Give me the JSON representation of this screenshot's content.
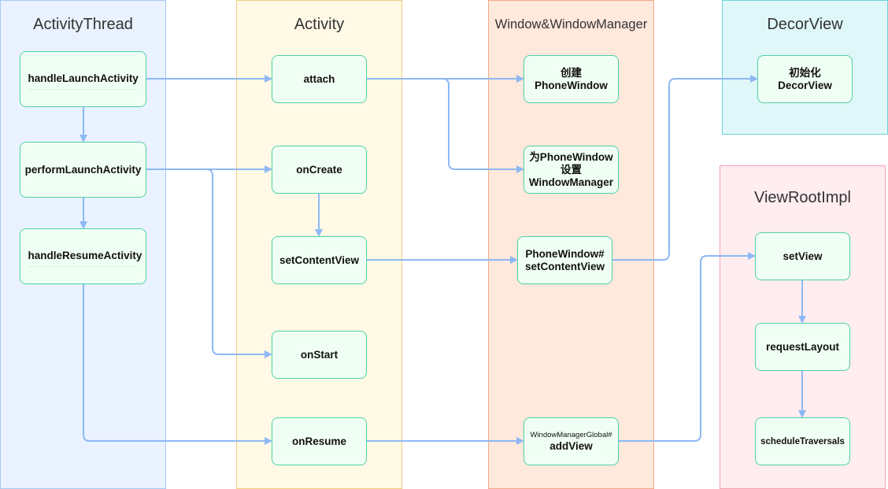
{
  "lanes": {
    "activity_thread": {
      "title": "ActivityThread"
    },
    "activity": {
      "title": "Activity"
    },
    "window": {
      "title": "Window&WindowManager"
    },
    "decor_view": {
      "title": "DecorView"
    },
    "view_root_impl": {
      "title": "ViewRootImpl"
    }
  },
  "nodes": {
    "handle_launch_activity": "handleLaunchActivity",
    "perform_launch_activity": "performLaunchActivity",
    "handle_resume_activity": "handleResumeActivity",
    "attach": "attach",
    "on_create": "onCreate",
    "set_content_view": "setContentView",
    "on_start": "onStart",
    "on_resume": "onResume",
    "create_phone_window": {
      "line1": "创建",
      "line2": "PhoneWindow"
    },
    "set_window_manager": {
      "line1": "为PhoneWindow",
      "line2": "设置",
      "line3": "WindowManager"
    },
    "phone_window_set_content_view": {
      "line1": "PhoneWindow#",
      "line2": "setContentView"
    },
    "wmg_add_view": {
      "line1": "WindowManagerGlobal#",
      "line2": "addView"
    },
    "init_decor_view": {
      "line1": "初始化",
      "line2": "DecorView"
    },
    "set_view": "setView",
    "request_layout": "requestLayout",
    "schedule_traversals": "scheduleTraversals"
  },
  "colors": {
    "edge": "#8fb8f5",
    "node_fill": "#f0fff4",
    "node_border": "#4fd1a5",
    "activity_thread_fill": "#eaf2ff",
    "activity_thread_border": "#a8c8f0",
    "activity_fill": "#fff9e6",
    "activity_border": "#f0d080",
    "window_fill": "#ffe8dc",
    "window_border": "#f2a98a",
    "decor_view_fill": "#dff7f8",
    "decor_view_border": "#6fd3dc",
    "view_root_impl_fill": "#ffedf0",
    "view_root_impl_border": "#f2a3b1"
  }
}
